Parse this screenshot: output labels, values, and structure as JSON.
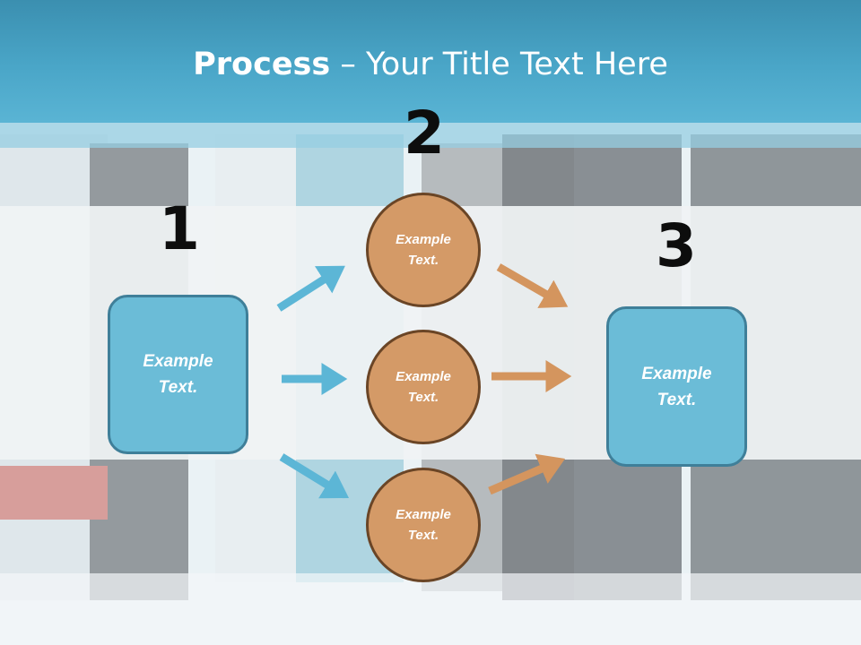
{
  "title": {
    "bold": "Process",
    "rest": " – Your Title Text Here"
  },
  "steps": {
    "one": "1",
    "two": "2",
    "three": "3"
  },
  "left_box": {
    "line1": "Example",
    "line2": "Text."
  },
  "right_box": {
    "line1": "Example",
    "line2": "Text."
  },
  "circles": [
    {
      "line1": "Example",
      "line2": "Text."
    },
    {
      "line1": "Example",
      "line2": "Text."
    },
    {
      "line1": "Example",
      "line2": "Text."
    }
  ],
  "colors": {
    "header": "#4aa6c8",
    "box_fill": "#6bbcd7",
    "circle_fill": "#d49a67",
    "arrow_blue": "#5cb6d6",
    "arrow_orange": "#d4955e"
  }
}
